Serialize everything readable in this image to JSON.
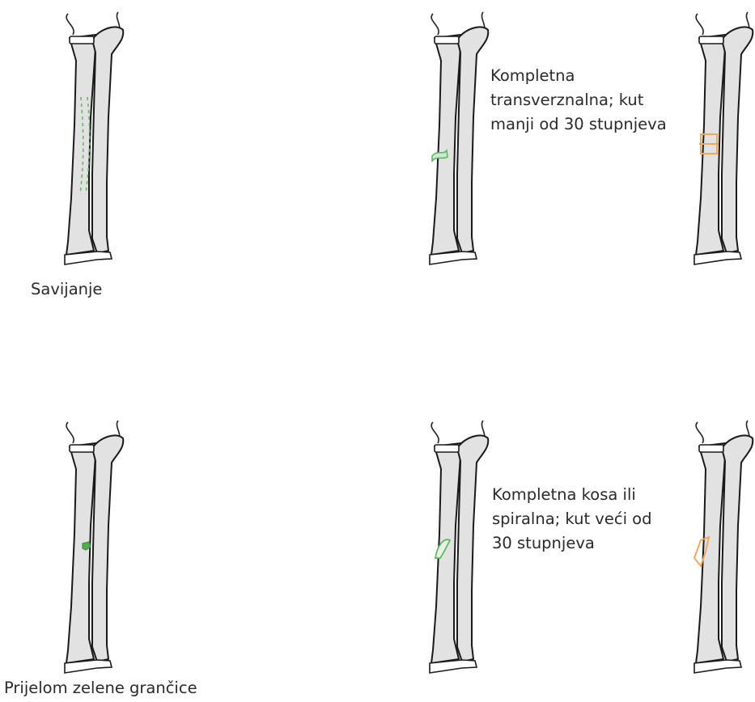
{
  "panels": [
    {
      "id": "bend",
      "caption": [
        "Savijanje"
      ],
      "marker": "dashed-green",
      "marker_color": "#6db36d"
    },
    {
      "id": "transverse",
      "caption": [
        "Kompletna",
        "transverznalna; kut",
        "manji od 30 stupnjeva"
      ],
      "marker": "break-green",
      "marker_color": "#5fb85f"
    },
    {
      "id": "transverse-displaced",
      "caption": [],
      "marker": "break-orange",
      "marker_color": "#f0a860"
    },
    {
      "id": "greenstick",
      "caption": [
        "Prijelom zelene grančice"
      ],
      "marker": "buckle-green",
      "marker_color": "#4caf50"
    },
    {
      "id": "oblique",
      "caption": [
        "Kompletna kosa ili",
        "spiralna; kut veći od",
        "30 stupnjeva"
      ],
      "marker": "spiral-green",
      "marker_color": "#5fb85f"
    },
    {
      "id": "oblique-displaced",
      "caption": [],
      "marker": "spiral-orange",
      "marker_color": "#f0a860"
    }
  ]
}
